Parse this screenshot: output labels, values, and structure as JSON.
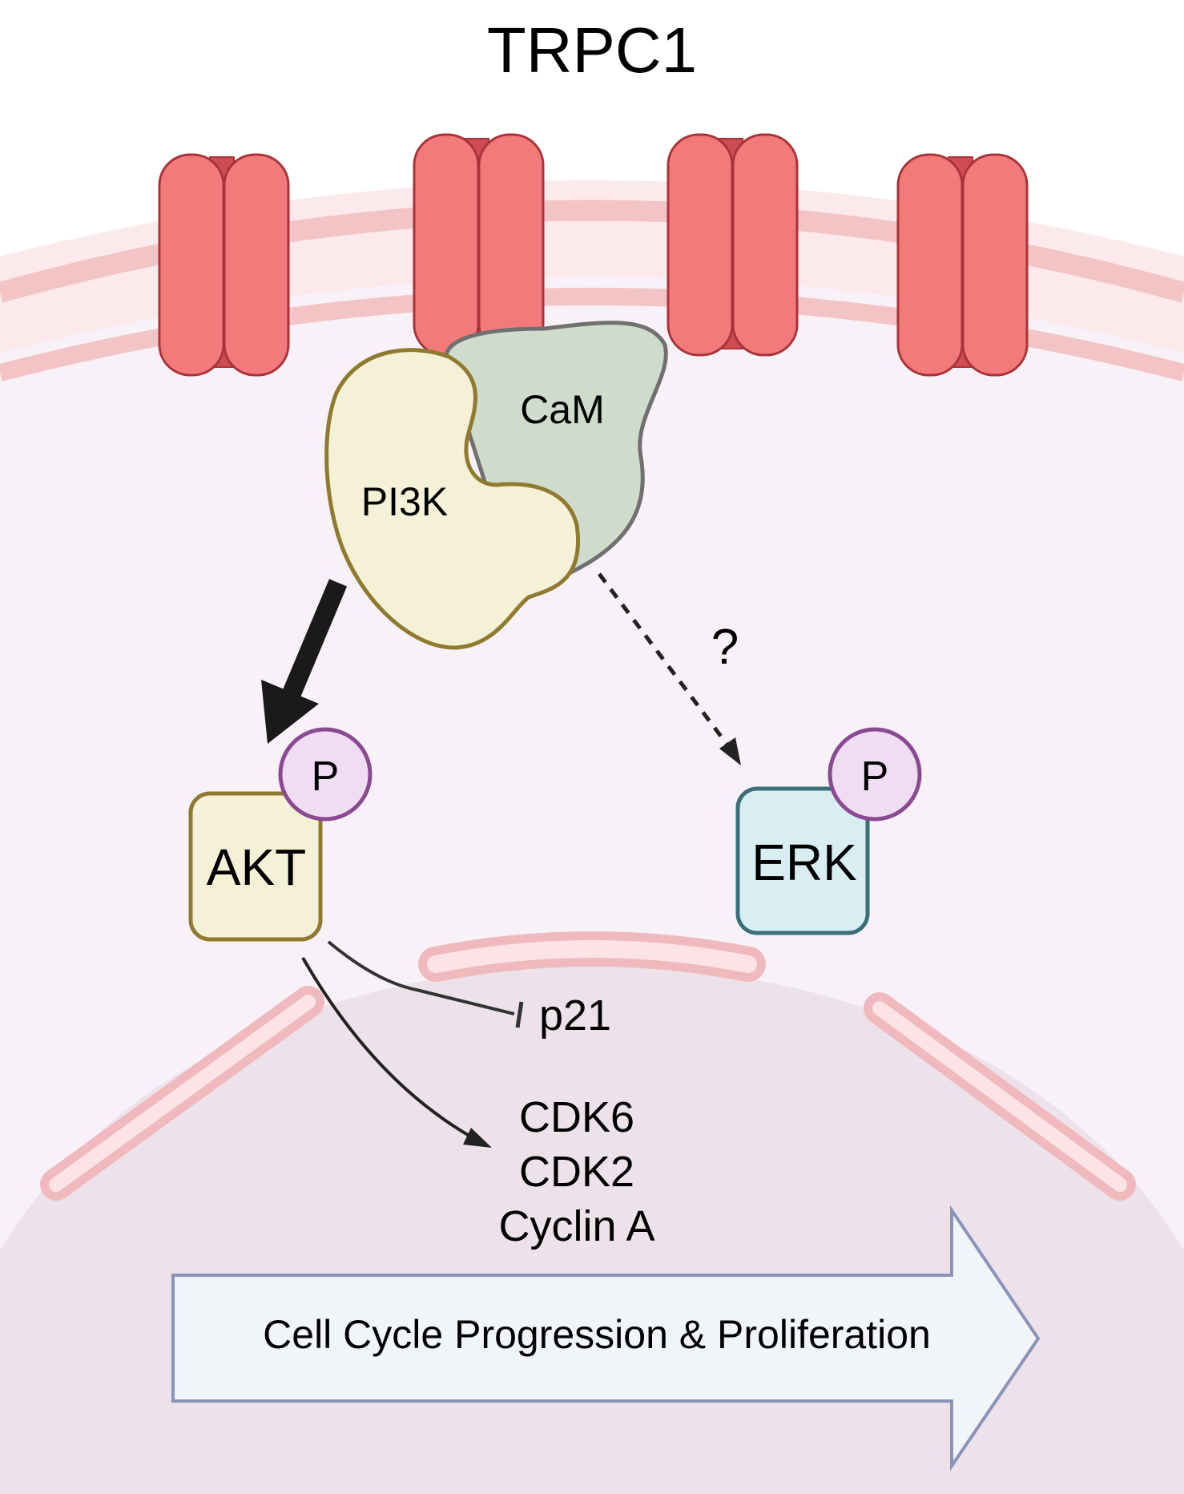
{
  "title": "TRPC1",
  "nodes": {
    "cam": "CaM",
    "pi3k": "PI3K",
    "akt": "AKT",
    "erk": "ERK",
    "akt_phospho": "P",
    "erk_phospho": "P",
    "p21": "p21",
    "targets": [
      "CDK6",
      "CDK2",
      "Cyclin A"
    ]
  },
  "edges": {
    "erk_link_mark": "?"
  },
  "outcome": "Cell Cycle Progression & Proliferation",
  "colors": {
    "channel": "#f27a7a",
    "channel_stroke": "#b23a3e",
    "membrane": "#f2c4c6",
    "cytoplasm": "#f8f1f7",
    "nucleus": "#ede1ea",
    "cam_fill": "#cfdccb",
    "pi3k_fill": "#f4f1d6",
    "pi3k_stroke": "#8f7a30",
    "akt_fill": "#f4f1d6",
    "erk_fill": "#d9eef2",
    "erk_stroke": "#3a6f7a",
    "phospho_fill": "#f0dcf3",
    "phospho_stroke": "#8a4a92",
    "outcome_fill": "#f1f4f9",
    "outcome_stroke": "#8a94b6"
  }
}
